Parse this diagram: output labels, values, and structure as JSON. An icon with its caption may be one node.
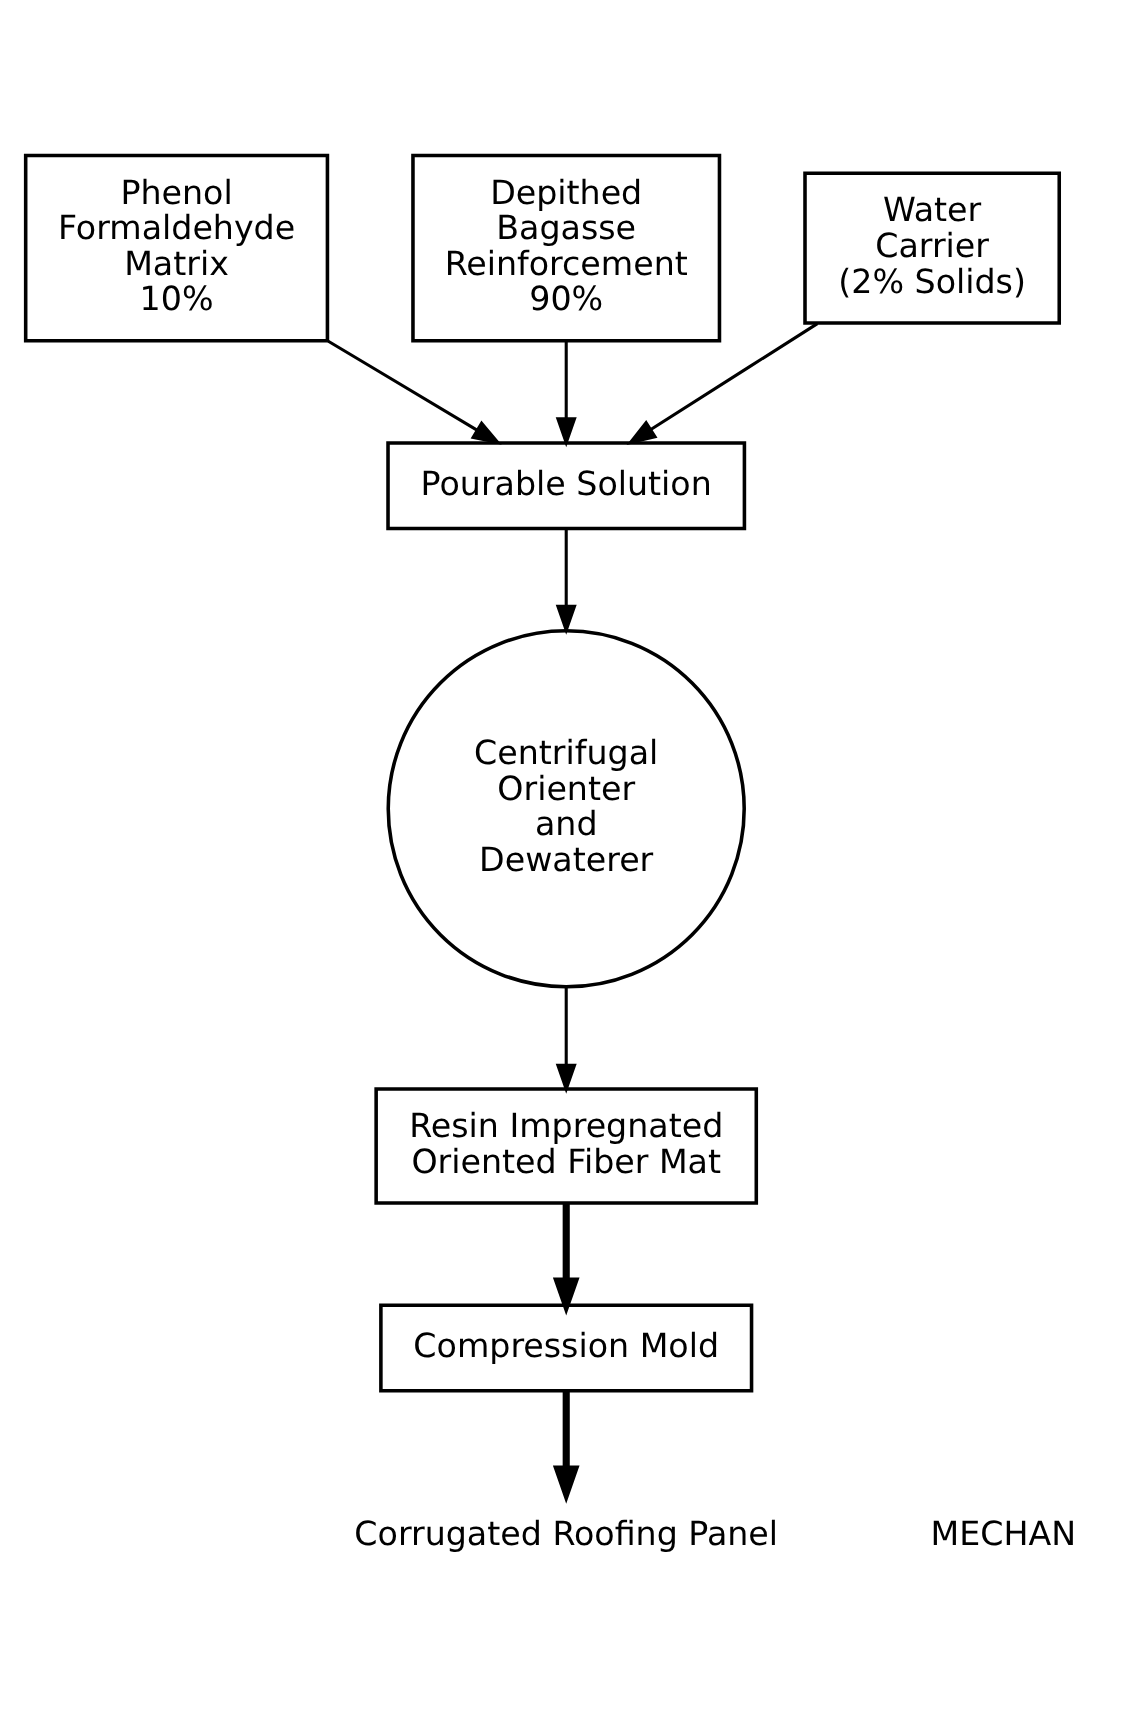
{
  "diagram": {
    "nodes": [
      {
        "text": [
          "Phenol Formaldehyde Matrix 10%"
        ]
      },
      {
        "text": [
          "Depithed Bagasse Reinforcement 90%"
        ]
      },
      {
        "text": [
          "Water Carrier (2% Solids)"
        ]
      },
      {
        "text": [
          "Pourable Solution"
        ]
      },
      {
        "text": [
          "Centrifugal Orienter and Dewaterer"
        ]
      },
      {
        "text": [
          "Resin Impregnated Oriented Fiber Mat"
        ]
      },
      {
        "text": [
          "Compression Mold"
        ]
      },
      {
        "text": [
          "Corrugated Roofing Panel"
        ]
      }
    ],
    "edges": [
      {
        "from": 0,
        "to": 3,
        "arrow": "to"
      },
      {
        "from": 1,
        "to": 3,
        "arrow": "to"
      },
      {
        "from": 2,
        "to": 3,
        "arrow": "to"
      },
      {
        "from": 3,
        "to": 4,
        "arrow": "to"
      },
      {
        "from": 4,
        "to": 5,
        "arrow": "to"
      },
      {
        "from": 5,
        "to": 6,
        "arrow": "to",
        "style": "thick"
      },
      {
        "from": 6,
        "to": 7,
        "arrow": "to",
        "style": "thick"
      }
    ],
    "labels": [
      "MECHAN"
    ]
  }
}
